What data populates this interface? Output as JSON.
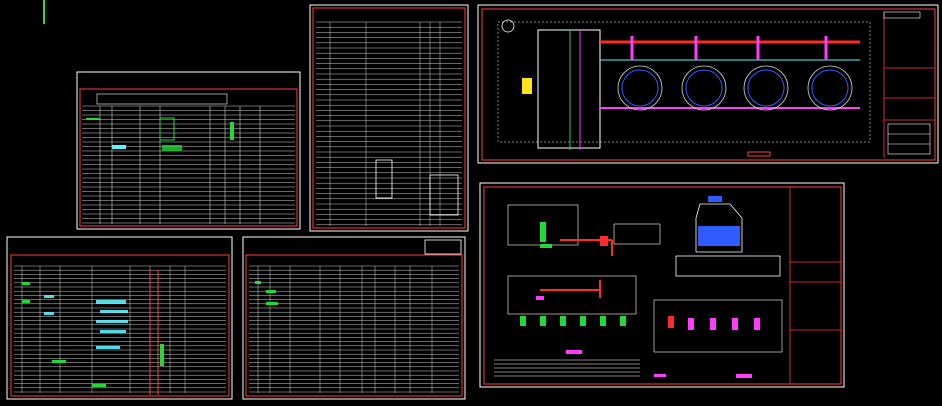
{
  "app": {
    "canvas_label": "CAD model space"
  },
  "colors": {
    "background": "#000000",
    "sheet_border": "#ff3b3b",
    "frame": "#ffffff",
    "accent_green": "#22d93a",
    "accent_cyan": "#5ef2ff",
    "accent_red": "#ff2a2a",
    "accent_magenta": "#ff3cff",
    "accent_yellow": "#ffe21a",
    "accent_blue": "#2f5bff"
  },
  "sheets": [
    {
      "name": "sheet-table-a",
      "kind": "table"
    },
    {
      "name": "sheet-table-b",
      "kind": "table"
    },
    {
      "name": "sheet-table-c",
      "kind": "table"
    },
    {
      "name": "sheet-table-d",
      "kind": "table"
    },
    {
      "name": "sheet-table-e",
      "kind": "table"
    },
    {
      "name": "sheet-plan-pumps",
      "kind": "plan"
    },
    {
      "name": "sheet-schematic-tower",
      "kind": "schematic"
    }
  ]
}
